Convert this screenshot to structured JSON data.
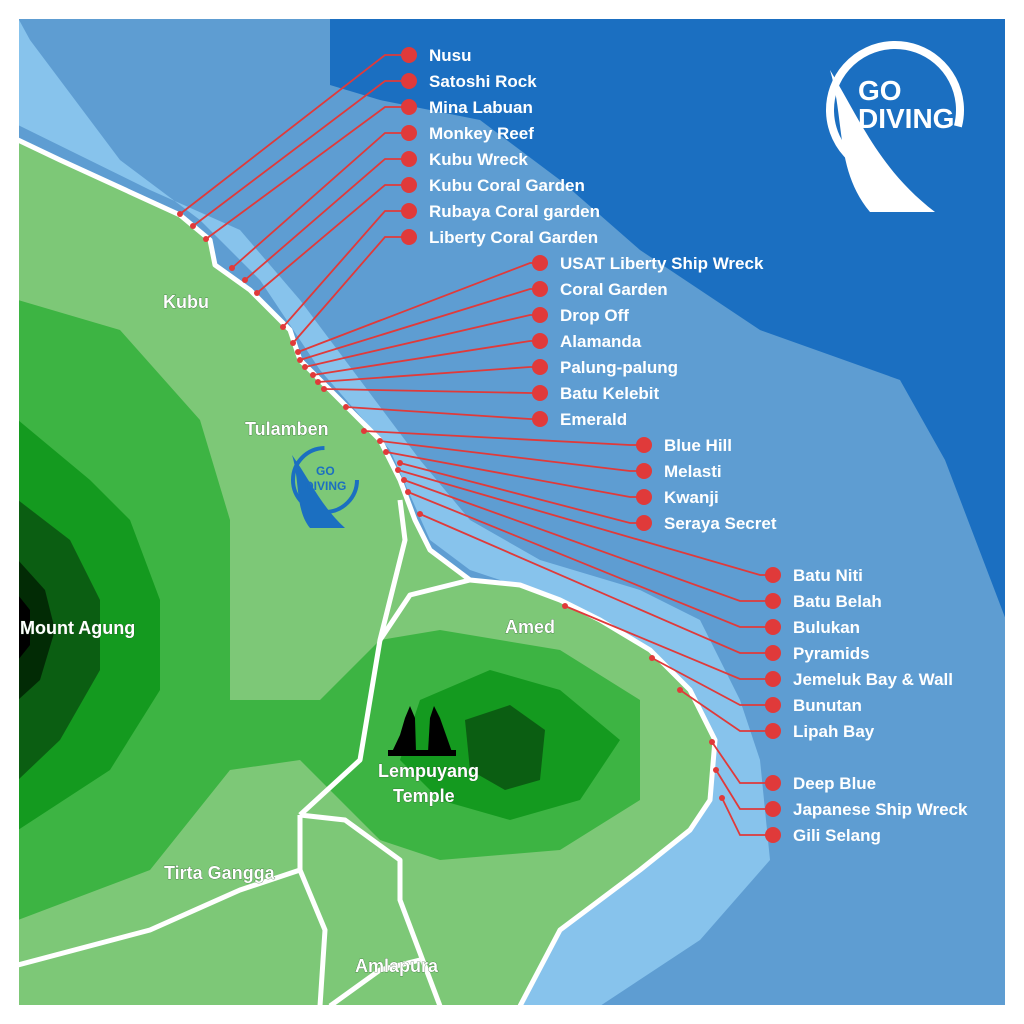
{
  "brand": {
    "logo_text_line1": "GO",
    "logo_text_line2": "DIVING",
    "icon": "whale-shark-logo-icon"
  },
  "colors": {
    "deep_sea": "#1b6fc1",
    "mid_sea": "#5e9dd2",
    "shallow_sea": "#87c3ec",
    "land_light": "#7dc877",
    "land_mid": "#3db443",
    "land_dark": "#149a1f",
    "land_darker": "#0b5e12",
    "peak": "#022b05",
    "marker": "#e03a3a",
    "road": "#ffffff"
  },
  "places": {
    "kubu": "Kubu",
    "tulamben": "Tulamben",
    "mount_agung": "Mount Agung",
    "amed": "Amed",
    "lempuyang_line1": "Lempuyang",
    "lempuyang_line2": "Temple",
    "tirta_gangga": "Tirta Gangga",
    "amlapura": "Amlapura"
  },
  "dive_sites": [
    "Nusu",
    "Satoshi Rock",
    "Mina Labuan",
    "Monkey Reef",
    "Kubu Wreck",
    "Kubu Coral Garden",
    "Rubaya Coral garden",
    "Liberty Coral Garden",
    "USAT Liberty Ship Wreck",
    "Coral Garden",
    "Drop Off",
    "Alamanda",
    "Palung-palung",
    "Batu Kelebit",
    "Emerald",
    "Blue Hill",
    "Melasti",
    "Kwanji",
    "Seraya Secret",
    "Batu Niti",
    "Batu Belah",
    "Bulukan",
    "Pyramids",
    "Jemeluk Bay & Wall",
    "Bunutan",
    "Lipah Bay",
    "Deep Blue",
    "Japanese Ship Wreck",
    "Gili Selang"
  ]
}
